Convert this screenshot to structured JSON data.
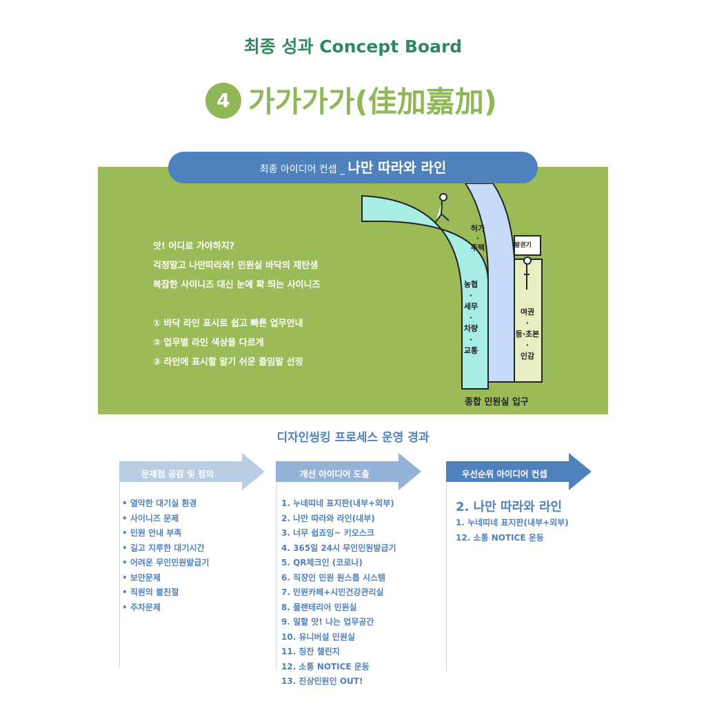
{
  "header": {
    "title": "최종 성과 Concept Board",
    "number": "4",
    "subtitle": "가가가가(佳加嘉加)"
  },
  "concept": {
    "banner_prefix": "최종 아이디어 컨셉 _ ",
    "banner_main": "나만 따라와 라인",
    "lines": [
      "앗! 어디로 가야하지?",
      "걱정말고 나만따라와!  민원실 바닥의 재탄생",
      "복잡한 사이니즈 대신  눈에 확 띄는 사이니즈"
    ],
    "points": [
      "①   바닥 라인 표시로 쉽고 빠른  업무안내",
      "②   업무별 라인 색상을 다르게",
      "③    라인에 표시할 알기 쉬운 줄임말 선정"
    ],
    "illustration": {
      "lane_blue": [
        "허가",
        "·",
        "주택"
      ],
      "lane_cyan": [
        "농협",
        "·",
        "세무",
        "·",
        "차량",
        "·",
        "교통"
      ],
      "lane_yellow": [
        "여권",
        "·",
        "등·초본",
        "·",
        "인감"
      ],
      "kiosk": "발권기",
      "entrance": "종합 민원실 입구"
    }
  },
  "process": {
    "title": "디자인씽킹 프로세스 운영 경과",
    "columns": [
      {
        "header": "문제점 공감 및 정의",
        "color": "#b8cce4",
        "items": [
          "•   열악한 대기실 환경",
          "•   사이니즈 문제",
          "•   민원 안내 부족",
          "•   길고 지루한 대기시간",
          "•   어려운 무인민원발급기",
          "•   보안문제",
          "•   직원의 불친절",
          "•   주차문제"
        ]
      },
      {
        "header": "개선 아이디어 도출",
        "color": "#95b3d7",
        "items": [
          "1.    누네띠네 표지판(내부+외부)",
          "2.    나만 따라와 라인(내부)",
          "3.    너무 쉽죠잉~ 키오스크",
          "4.    365일 24시 무인민원발급기",
          "5.    QR체크인 (코로나)",
          "6.    직장인 민원 원스톱 시스템",
          "7.    민원카페+시민건강관리실",
          "8.    플랜테리어 민원실",
          "9.    일할 맛! 나는 업무공간",
          "10.  유니버설 민원실",
          "11.  칭찬 챌린지",
          "12.  소통 NOTICE 운동",
          "13.  진상민원인 OUT!"
        ]
      },
      {
        "header": "우선순위 아이디어 컨셉",
        "color": "#4f81bd",
        "highlight": "2. 나만 따라와 라인",
        "items": [
          "1. 누네띠네 표지판(내부+외부)",
          "12. 소통 NOTICE 운동"
        ]
      }
    ]
  }
}
